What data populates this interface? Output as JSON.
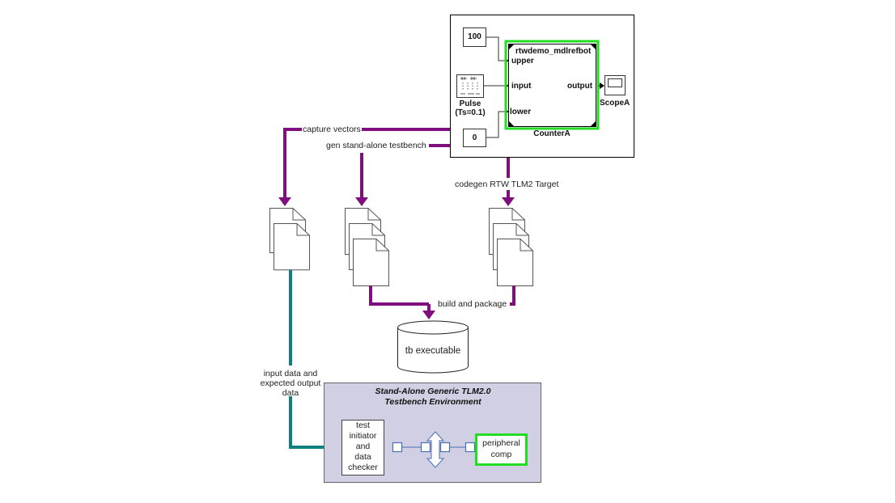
{
  "simulink_model": {
    "constant_upper_value": "100",
    "constant_lower_value": "0",
    "pulse_label_line1": "Pulse",
    "pulse_label_line2": "(Ts=0.1)",
    "model_ref_title": "rtwdemo_mdlrefbot",
    "port_upper": "upper",
    "port_input": "input",
    "port_lower": "lower",
    "port_output": "output",
    "model_ref_name": "CounterA",
    "scope_name": "ScopeA",
    "highlight_color": "#22dd22"
  },
  "flows": {
    "capture_vectors": "capture vectors",
    "gen_testbench": "gen stand-alone testbench",
    "codegen": "codegen RTW TLM2 Target",
    "build_package": "build and package",
    "input_data_line1": "input data and",
    "input_data_line2": "expected output",
    "input_data_line3": "data",
    "flow_color": "#7f0f7f",
    "data_flow_color": "#0f7f7f"
  },
  "artifacts": {
    "tb_executable": "tb executable"
  },
  "testbench_env": {
    "title_line1": "Stand-Alone Generic TLM2.0",
    "title_line2": "Testbench Environment",
    "initiator_line1": "test",
    "initiator_line2": "initiator",
    "initiator_line3": "and",
    "initiator_line4": "data",
    "initiator_line5": "checker",
    "peripheral_line1": "peripheral",
    "peripheral_line2": "comp",
    "background_color": "#d0cfe3",
    "bus_color": "#4a6fb5"
  }
}
